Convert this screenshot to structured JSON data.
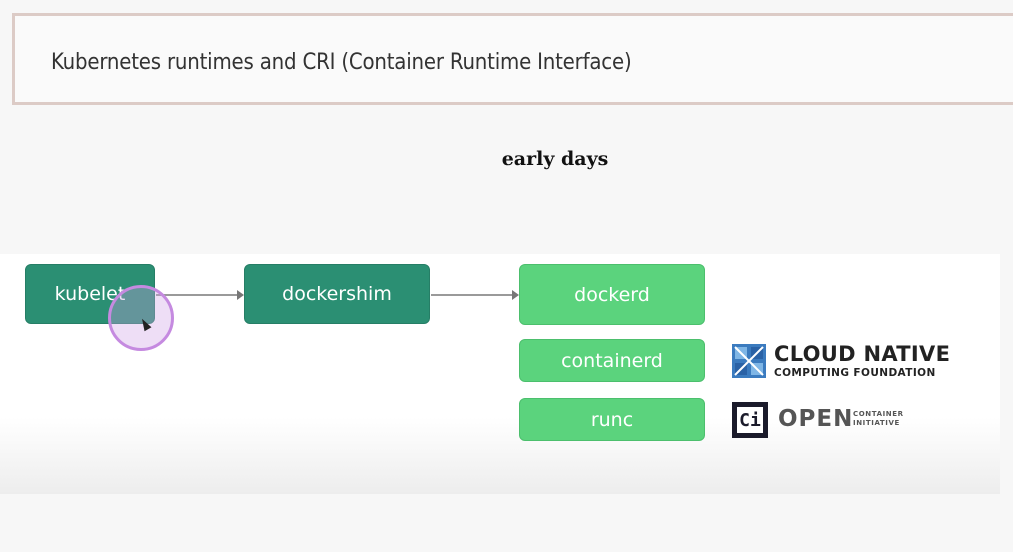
{
  "slide": {
    "title": "Kubernetes runtimes and CRI (Container Runtime Interface)",
    "subtitle": "early days"
  },
  "diagram": {
    "nodes": {
      "kubelet": "kubelet",
      "dockershim": "dockershim",
      "dockerd": "dockerd",
      "containerd": "containerd",
      "runc": "runc"
    },
    "colors": {
      "dark_node": "#2b8f73",
      "light_node": "#5bd37d"
    }
  },
  "logos": {
    "cncf": {
      "line1": "CLOUD NATIVE",
      "line2": "COMPUTING FOUNDATION",
      "icon": "cncf-logo-icon"
    },
    "oci": {
      "word": "OPEN",
      "small_line1": "CONTAINER",
      "small_line2": "INITIATIVE",
      "icon": "oci-logo-icon",
      "mark_text": "Ci"
    }
  }
}
